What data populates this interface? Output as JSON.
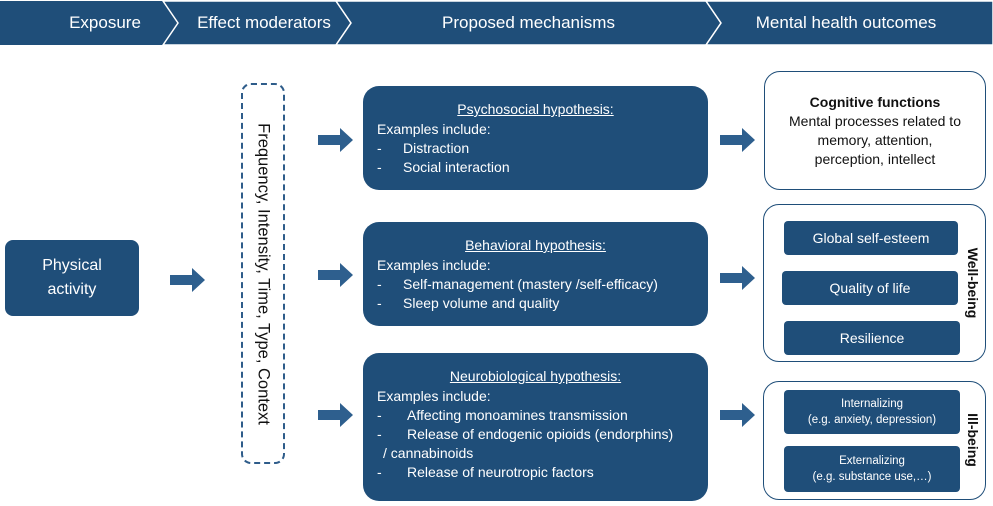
{
  "header": {
    "stages": [
      "Exposure",
      "Effect moderators",
      "Proposed mechanisms",
      "Mental health outcomes"
    ]
  },
  "exposure": {
    "label_line1": "Physical",
    "label_line2": "activity"
  },
  "moderators": {
    "label": "Frequency, Intensity, Time, Type, Context"
  },
  "mechanisms": {
    "psychosocial": {
      "title": "Psychosocial hypothesis:",
      "intro": "Examples include:",
      "items": [
        "Distraction",
        "Social interaction"
      ]
    },
    "behavioral": {
      "title": "Behavioral hypothesis:",
      "intro": "Examples include:",
      "items": [
        "Self-management (mastery /self-efficacy)",
        "Sleep volume and quality"
      ]
    },
    "neurobiological": {
      "title": "Neurobiological hypothesis:",
      "intro": "Examples include:",
      "item1": "Affecting monoamines transmission",
      "item2_line1": "Release of endogenic opioids (endorphins)",
      "item2_line2": "/ cannabinoids",
      "item3": "Release of neurotropic factors"
    }
  },
  "outcomes": {
    "cognitive": {
      "title": "Cognitive functions",
      "line1": "Mental processes related to",
      "line2": "memory, attention,",
      "line3": "perception, intellect"
    },
    "wellbeing": {
      "label": "Well-being",
      "items": [
        "Global self-esteem",
        "Quality of life",
        "Resilience"
      ]
    },
    "illbeing": {
      "label": "Ill-being",
      "internalizing": {
        "title": "Internalizing",
        "detail": "(e.g. anxiety, depression)"
      },
      "externalizing": {
        "title": "Externalizing",
        "detail": "(e.g. substance use,…)"
      }
    }
  },
  "colors": {
    "dark_blue": "#1f4e79",
    "outline": "#2e5c8a",
    "arrow": "#2e5f8e"
  },
  "icons": {
    "dash": "-",
    "arrow": "right-arrow-icon"
  }
}
